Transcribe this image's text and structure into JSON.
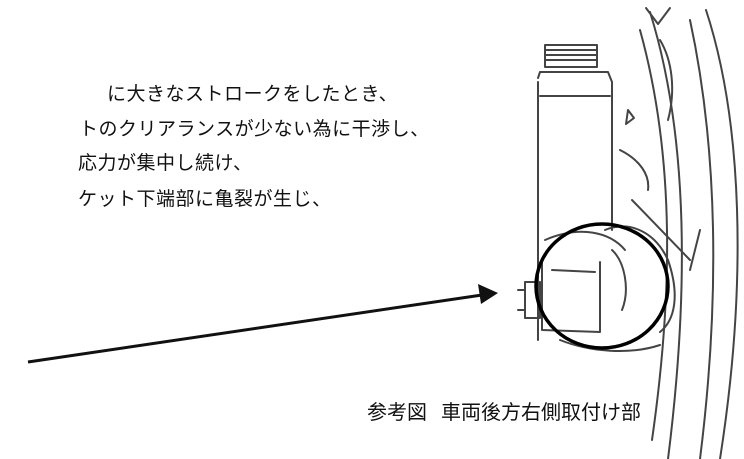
{
  "lines": [
    "に大きなストロークをしたとき、",
    "トのクリアランスが少ない為に干渉し、",
    "応力が集中し続け、",
    "ケット下端部に亀裂が生じ、"
  ],
  "caption": {
    "label": "参考図",
    "text": "車両後方右側取付け部"
  }
}
